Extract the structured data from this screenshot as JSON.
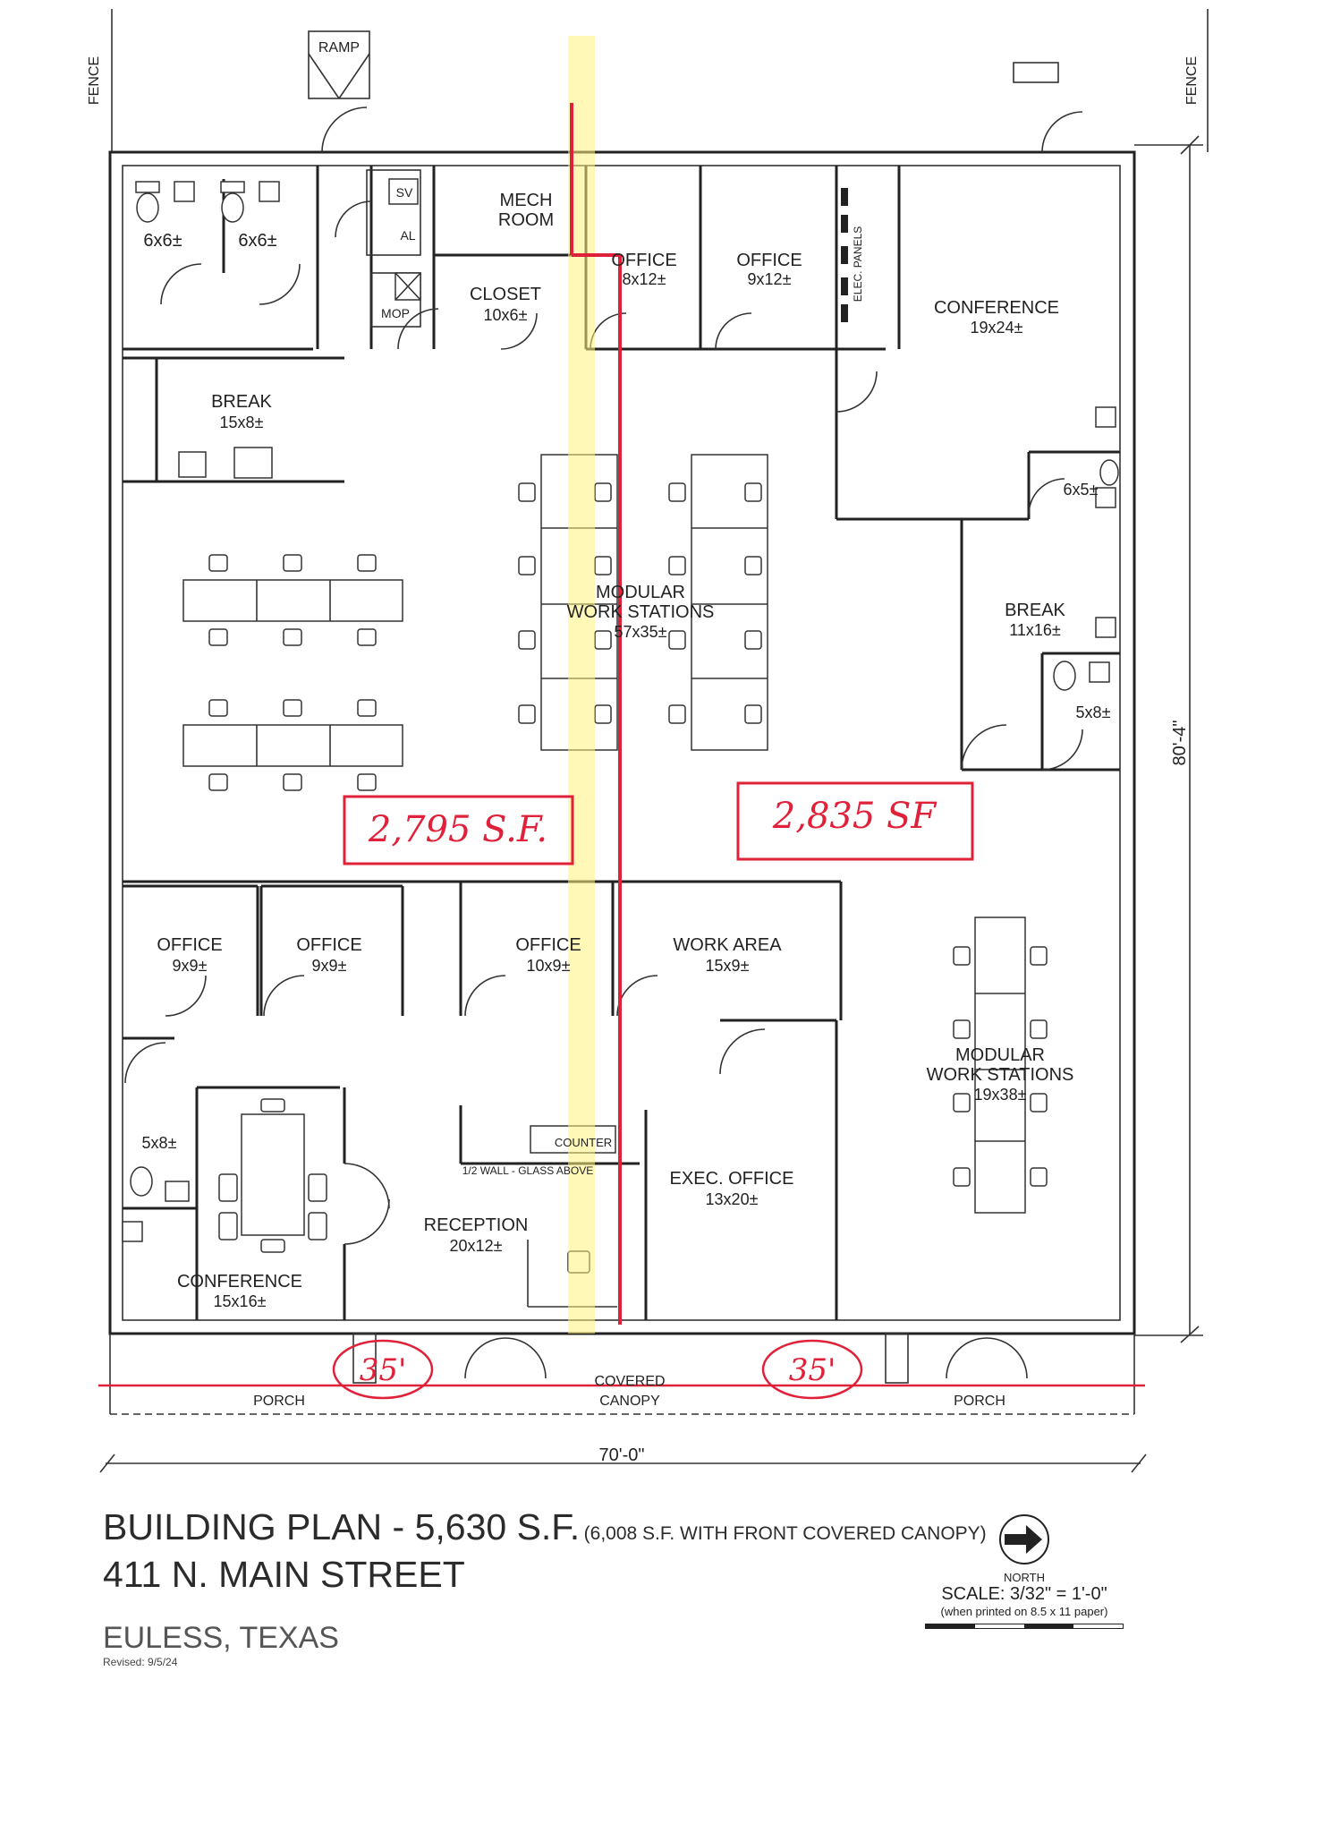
{
  "labels": {
    "fence_left": "FENCE",
    "fence_right": "FENCE",
    "ramp": "RAMP",
    "sv": "SV",
    "al": "AL",
    "mop": "MOP",
    "mech_room_1": "MECH",
    "mech_room_2": "ROOM",
    "restroom_a_size": "6x6±",
    "restroom_b_size": "6x6±",
    "closet_name": "CLOSET",
    "closet_size": "10x6±",
    "office_top1_name": "OFFICE",
    "office_top1_size": "8x12±",
    "office_top2_name": "OFFICE",
    "office_top2_size": "9x12±",
    "elec_panels": "ELEC. PANELS",
    "conference_top_name": "CONFERENCE",
    "conference_top_size": "19x24±",
    "break_left_name": "BREAK",
    "break_left_size": "15x8±",
    "modular_main_1": "MODULAR",
    "modular_main_2": "WORK STATIONS",
    "modular_main_size": "57x35±",
    "restroom_6x5": "6x5±",
    "break_right_name": "BREAK",
    "break_right_size": "11x16±",
    "restroom_5x8_right": "5x8±",
    "dim_80": "80'-4\"",
    "office_b1_name": "OFFICE",
    "office_b1_size": "9x9±",
    "office_b2_name": "OFFICE",
    "office_b2_size": "9x9±",
    "office_b3_name": "OFFICE",
    "office_b3_size": "10x9±",
    "work_area_name": "WORK AREA",
    "work_area_size": "15x9±",
    "modular_right_1": "MODULAR",
    "modular_right_2": "WORK STATIONS",
    "modular_right_size": "19x38±",
    "restroom_5x8_left": "5x8±",
    "counter": "COUNTER",
    "half_wall": "1/2 WALL - GLASS ABOVE",
    "exec_office_name": "EXEC. OFFICE",
    "exec_office_size": "13x20±",
    "reception_name": "RECEPTION",
    "reception_size": "20x12±",
    "conference_bottom_name": "CONFERENCE",
    "conference_bottom_size": "15x16±",
    "porch_left": "PORCH",
    "porch_right": "PORCH",
    "covered_1": "COVERED",
    "covered_2": "CANOPY",
    "dim_70": "70'-0\""
  },
  "annotations": {
    "sf_left": "2,795 S.F.",
    "sf_right": "2,835 SF",
    "ft_left": "35'",
    "ft_right": "35'"
  },
  "title_block": {
    "title_main": "BUILDING PLAN - 5,630 S.F.",
    "title_note": "(6,008 S.F. WITH FRONT COVERED CANOPY)",
    "address": "411 N. MAIN STREET",
    "city": "EULESS, TEXAS",
    "revised": "Revised: 9/5/24"
  },
  "scale_block": {
    "north": "NORTH",
    "scale": "SCALE: 3/32\" = 1'-0\"",
    "note": "(when printed on 8.5 x 11 paper)"
  },
  "colors": {
    "ink": "#222222",
    "markup_red": "#e0213a",
    "highlighter": "#fff27a"
  }
}
